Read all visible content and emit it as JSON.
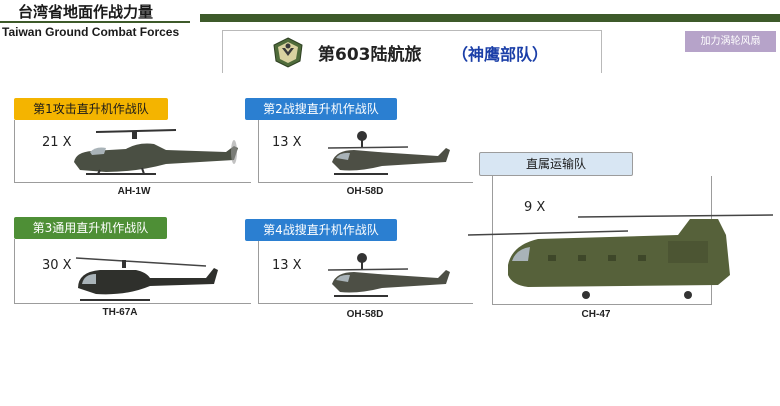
{
  "header": {
    "title": "台湾省地面作战力量",
    "subtitle": "Taiwan Ground Combat Forces",
    "badge": "加力涡轮风扇"
  },
  "unit": {
    "name": "第603陆航旅",
    "nickname": "（神鹰部队）"
  },
  "colors": {
    "olive": "#3d5a2a",
    "orange": "#f4b400",
    "blue": "#2b7fd1",
    "green": "#4e8f36",
    "pale": "#d8e6f3"
  },
  "groups": [
    {
      "label": "第1攻击直升机作战队",
      "count": "21 X",
      "model": "AH-1W"
    },
    {
      "label": "第2战搜直升机作战队",
      "count": "13 X",
      "model": "OH-58D"
    },
    {
      "label": "第3通用直升机作战队",
      "count": "30 X",
      "model": "TH-67A"
    },
    {
      "label": "第4战搜直升机作战队",
      "count": "13 X",
      "model": "OH-58D"
    },
    {
      "label": "直属运输队",
      "count": "9 X",
      "model": "CH-47"
    }
  ]
}
